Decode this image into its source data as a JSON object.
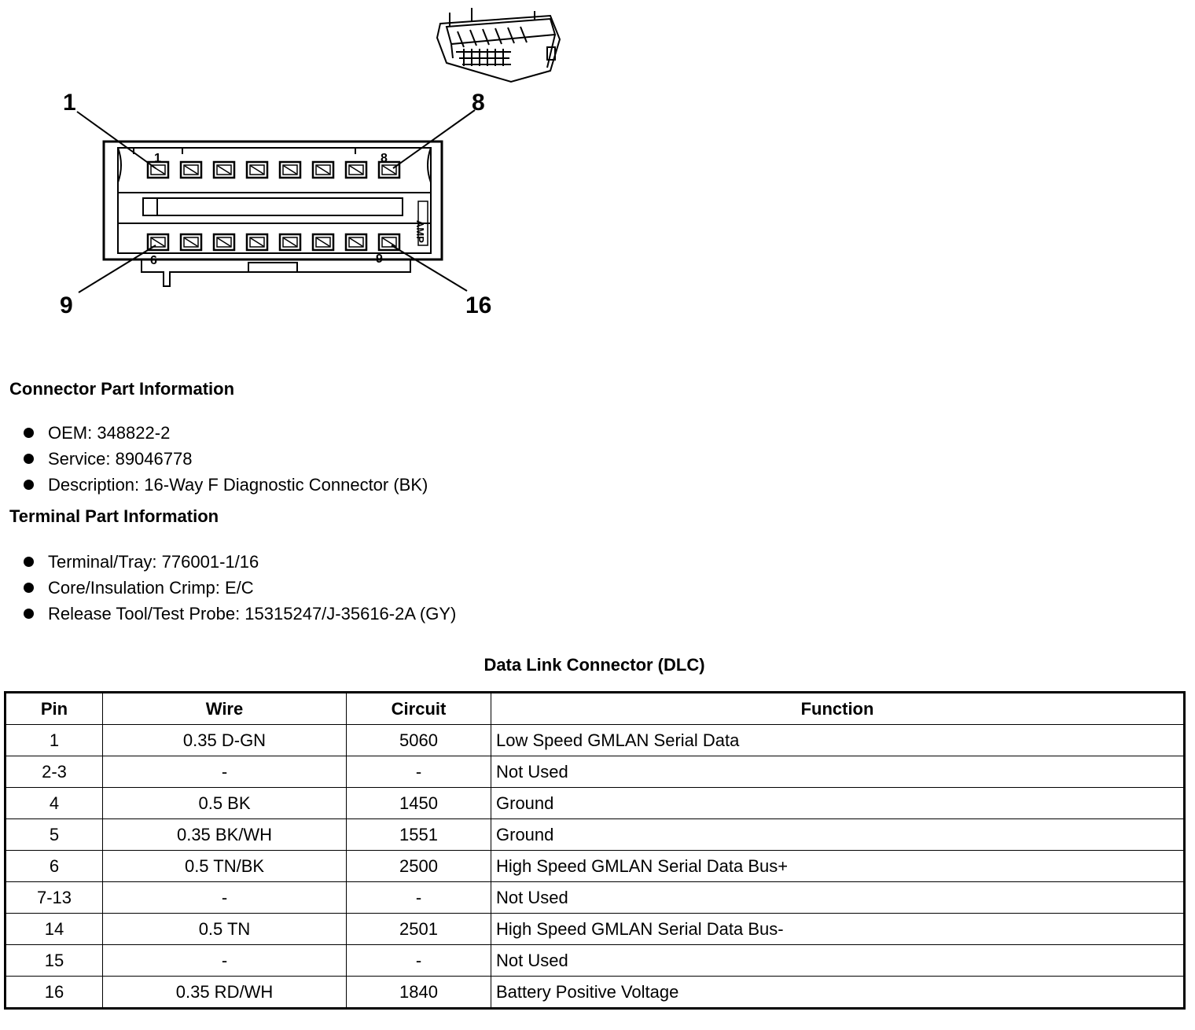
{
  "diagram": {
    "callouts": [
      "1",
      "8",
      "9",
      "16"
    ],
    "cavity_labels": [
      "1",
      "8",
      "6",
      "9"
    ],
    "key_text": "AMP"
  },
  "connector_info": {
    "heading": "Connector Part Information",
    "items": [
      "OEM: 348822-2",
      "Service: 89046778",
      "Description: 16-Way F Diagnostic Connector (BK)"
    ]
  },
  "terminal_info": {
    "heading": "Terminal Part Information",
    "items": [
      "Terminal/Tray: 776001-1/16",
      "Core/Insulation Crimp: E/C",
      "Release Tool/Test Probe: 15315247/J-35616-2A (GY)"
    ]
  },
  "table": {
    "title": "Data Link Connector (DLC)",
    "headers": [
      "Pin",
      "Wire",
      "Circuit",
      "Function"
    ],
    "rows": [
      [
        "1",
        "0.35 D-GN",
        "5060",
        "Low Speed GMLAN Serial Data"
      ],
      [
        "2-3",
        "-",
        "-",
        "Not Used"
      ],
      [
        "4",
        "0.5 BK",
        "1450",
        "Ground"
      ],
      [
        "5",
        "0.35 BK/WH",
        "1551",
        "Ground"
      ],
      [
        "6",
        "0.5 TN/BK",
        "2500",
        "High Speed GMLAN Serial Data Bus+"
      ],
      [
        "7-13",
        "-",
        "-",
        "Not Used"
      ],
      [
        "14",
        "0.5 TN",
        "2501",
        "High Speed GMLAN Serial Data Bus-"
      ],
      [
        "15",
        "-",
        "-",
        "Not Used"
      ],
      [
        "16",
        "0.35 RD/WH",
        "1840",
        "Battery Positive Voltage"
      ]
    ]
  }
}
